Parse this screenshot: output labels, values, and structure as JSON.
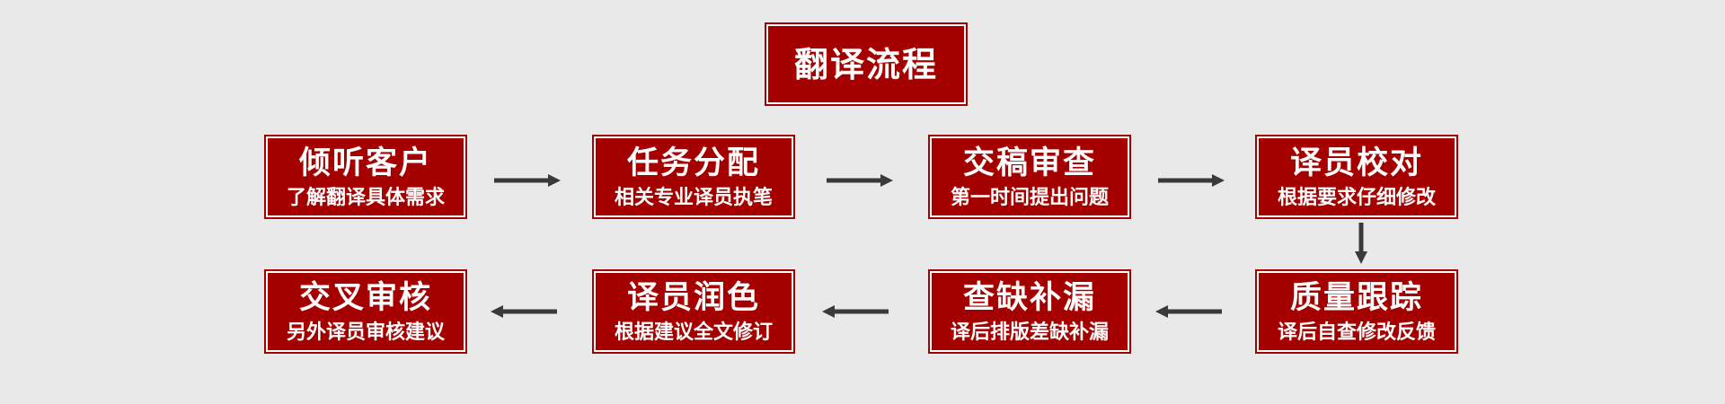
{
  "title": "翻译流程",
  "steps": [
    {
      "title": "倾听客户",
      "subtitle": "了解翻译具体需求"
    },
    {
      "title": "任务分配",
      "subtitle": "相关专业译员执笔"
    },
    {
      "title": "交稿审查",
      "subtitle": "第一时间提出问题"
    },
    {
      "title": "译员校对",
      "subtitle": "根据要求仔细修改"
    },
    {
      "title": "质量跟踪",
      "subtitle": "译后自查修改反馈"
    },
    {
      "title": "查缺补漏",
      "subtitle": "译后排版差缺补漏"
    },
    {
      "title": "译员润色",
      "subtitle": "根据建议全文修订"
    },
    {
      "title": "交叉审核",
      "subtitle": "另外译员审核建议"
    }
  ],
  "colors": {
    "background": "#e9e9e9",
    "box": "#a50000",
    "border": "#ffffff",
    "arrow": "#3a3a3a"
  }
}
